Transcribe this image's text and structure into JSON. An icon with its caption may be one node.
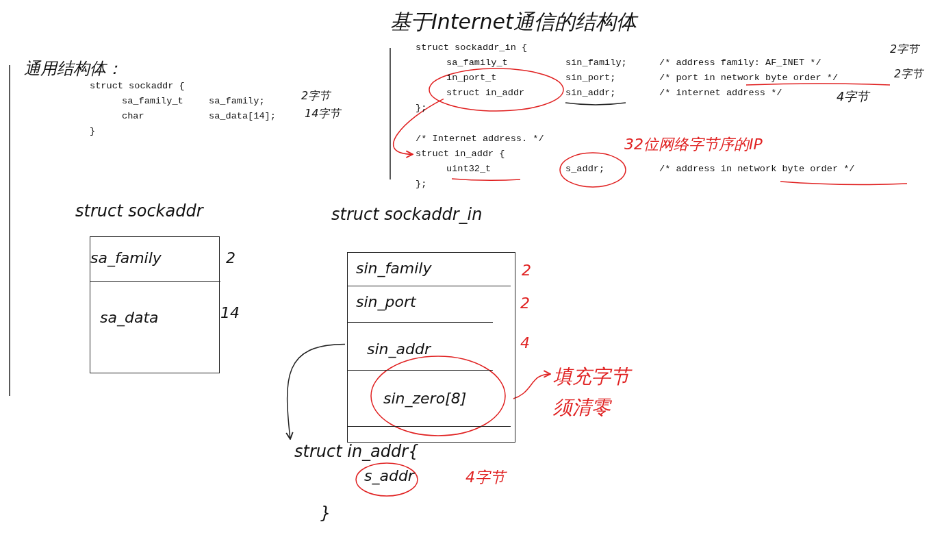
{
  "diagram": {
    "nodes": [
      {
        "text": [
          "struct sockaddr"
        ]
      },
      {
        "text": [
          "sa_family"
        ],
        "in": 0
      },
      {
        "text": [
          "sa_data"
        ],
        "in": 0
      },
      {
        "text": [
          "struct sockaddr_in"
        ]
      },
      {
        "text": [
          "sin_family"
        ],
        "in": 3
      },
      {
        "text": [
          "sin_port"
        ],
        "in": 3
      },
      {
        "text": [
          "sin_addr"
        ],
        "in": 3
      },
      {
        "text": [
          "sin_zero[8]"
        ],
        "in": 3
      },
      {
        "text": [
          "填充字节须清零"
        ]
      },
      {
        "text": [
          "struct in_addr{"
        ]
      },
      {
        "text": [
          "struct in_addr"
        ]
      },
      {
        "text": [
          "struct in_addr {"
        ]
      }
    ],
    "edges": [
      {
        "from": 6,
        "to": 9,
        "arrow": "to",
        "color": "#222222"
      },
      {
        "from": 7,
        "to": 8,
        "arrow": "to"
      },
      {
        "from": 10,
        "to": 11,
        "arrow": "to"
      }
    ],
    "labels": [
      "基于Internet通信的结构体",
      "通用结构体：",
      "struct sockaddr_in {",
      "sa_family_t",
      "sin_family;",
      "/* address family: AF_INET */",
      "2字节",
      "in_port_t",
      "sin_port;",
      "/* port in network byte order */",
      "2字节",
      "sin_addr;",
      "/* internet address */",
      "4字节",
      "};",
      "struct sockaddr {",
      "sa_family_t",
      "sa_family;",
      "2字节",
      "char",
      "sa_data[14];",
      "14字节",
      "}",
      "/* Internet address. */",
      "uint32_t",
      "s_addr;",
      "/* address in network byte order */",
      "32位网络字节序的IP",
      "};",
      "2",
      "14",
      "2",
      "2",
      "4",
      "s_addr",
      "4字节",
      "}"
    ]
  }
}
